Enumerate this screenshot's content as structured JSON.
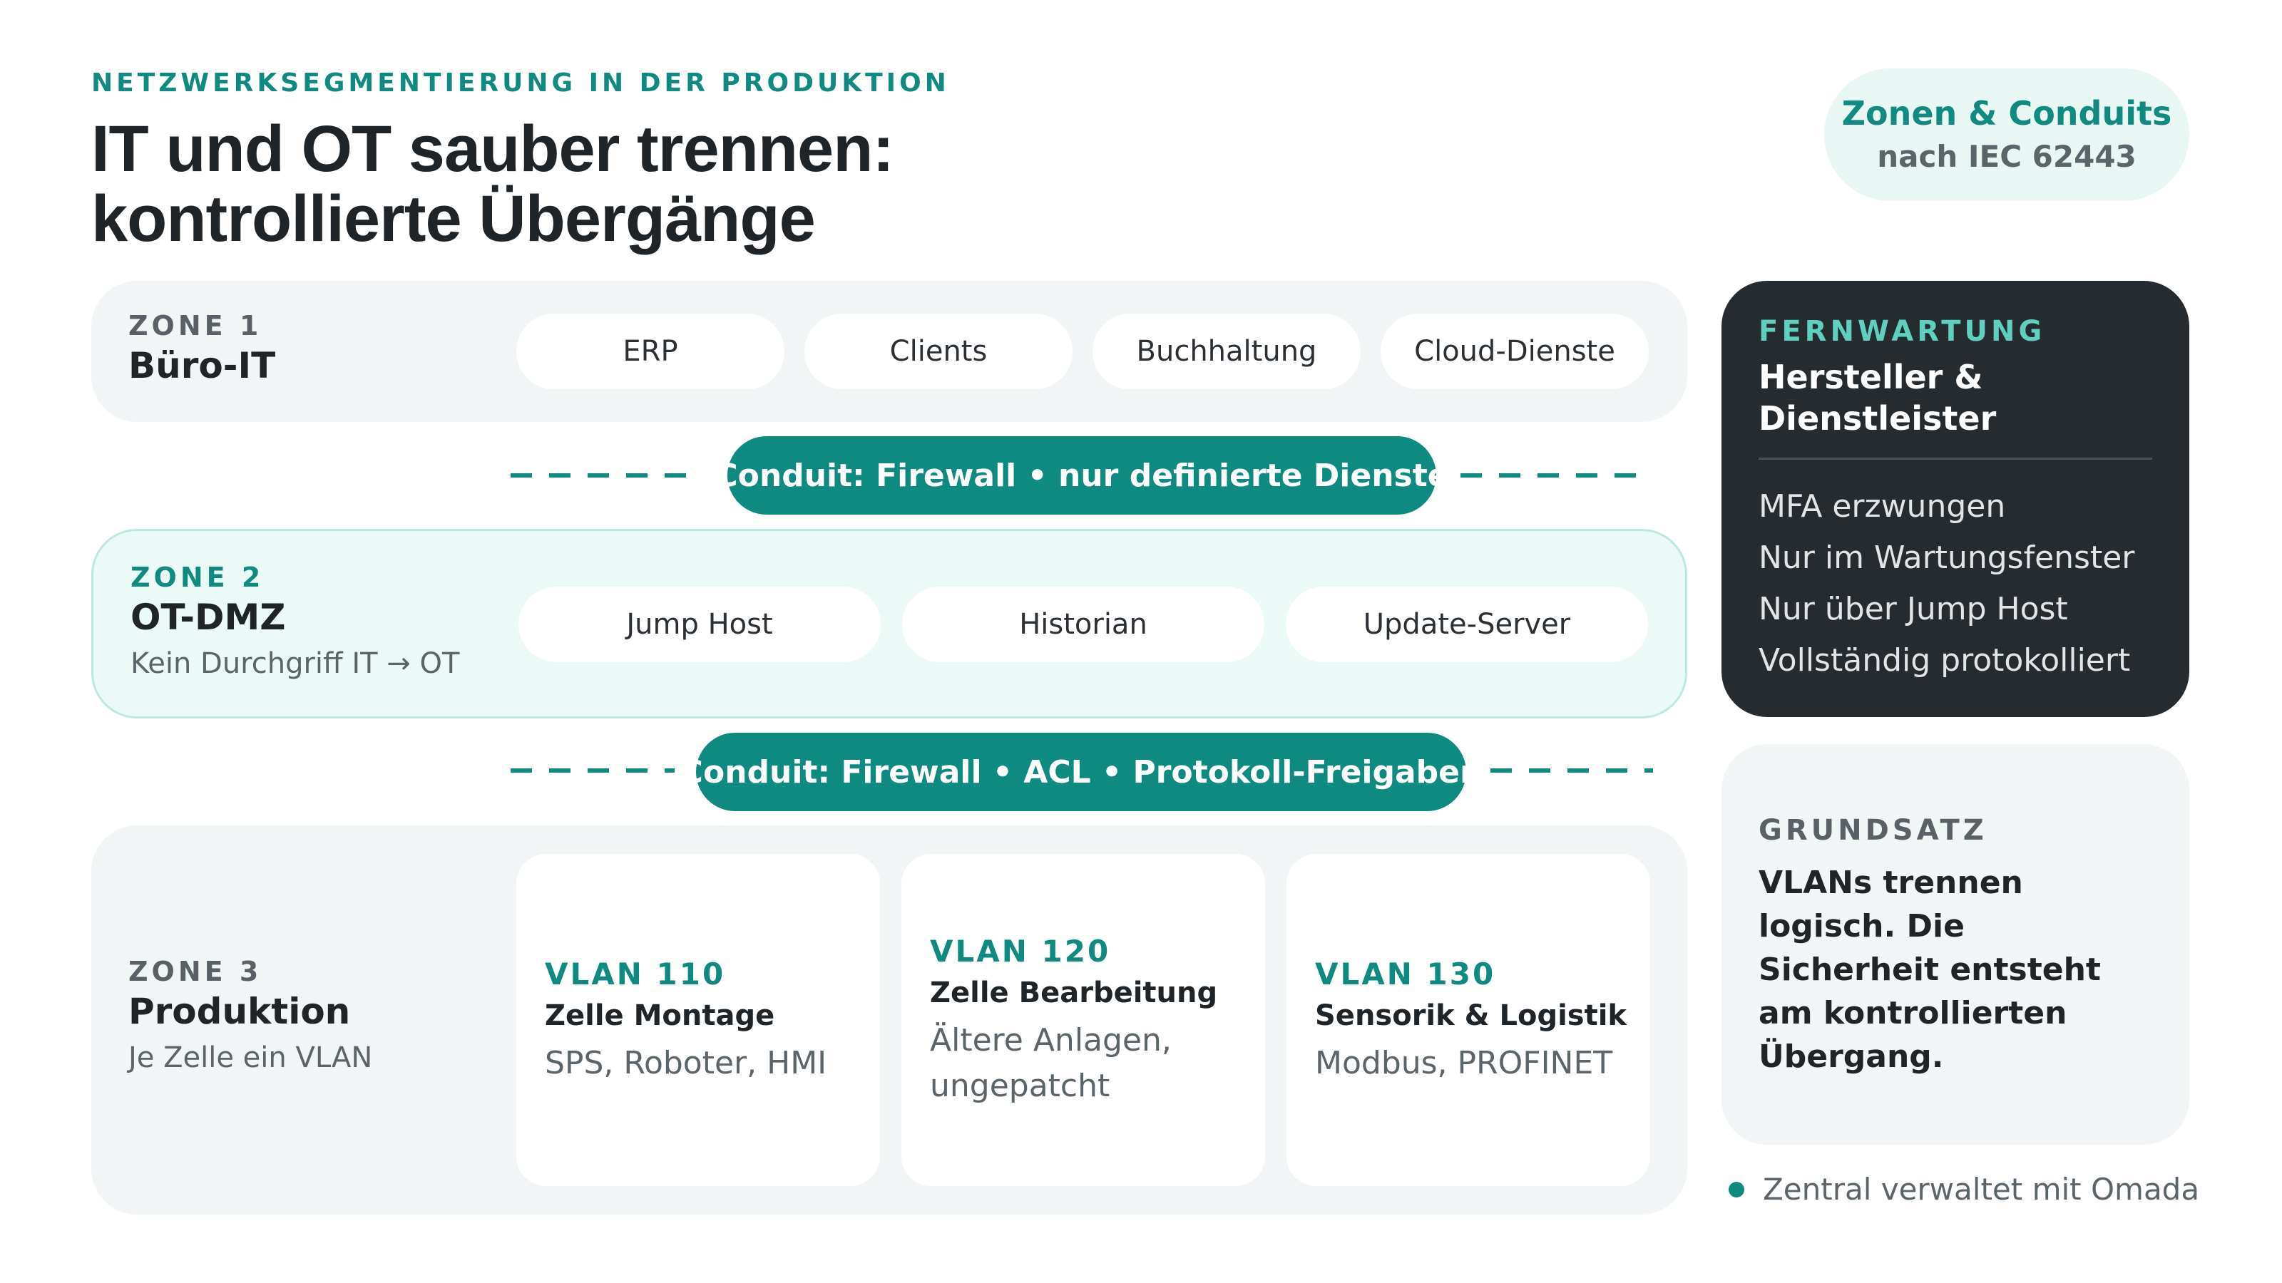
{
  "header": {
    "eyebrow": "NETZWERKSEGMENTIERUNG IN DER PRODUKTION",
    "title_line1": "IT und OT sauber trennen:",
    "title_line2": "kontrollierte Übergänge",
    "badge_line1": "Zonen & Conduits",
    "badge_line2": "nach IEC 62443"
  },
  "zone1": {
    "code": "ZONE 1",
    "name": "Büro-IT",
    "items": [
      "ERP",
      "Clients",
      "Buchhaltung",
      "Cloud-Dienste"
    ]
  },
  "conduit1": {
    "label": "Conduit: Firewall • nur definierte Dienste"
  },
  "zone2": {
    "code": "ZONE 2",
    "name": "OT-DMZ",
    "subtitle": "Kein Durchgriff IT → OT",
    "items": [
      "Jump Host",
      "Historian",
      "Update-Server"
    ]
  },
  "conduit2": {
    "label": "Conduit: Firewall • ACL • Protokoll-Freigaben"
  },
  "zone3": {
    "code": "ZONE 3",
    "name": "Produktion",
    "subtitle": "Je Zelle ein VLAN",
    "vlans": [
      {
        "code": "VLAN 110",
        "name": "Zelle Montage",
        "desc": "SPS, Roboter, HMI"
      },
      {
        "code": "VLAN 120",
        "name": "Zelle Bearbeitung",
        "desc": "Ältere Anlagen, ungepatcht"
      },
      {
        "code": "VLAN 130",
        "name": "Sensorik & Logistik",
        "desc": "Modbus, PROFINET"
      }
    ]
  },
  "remote": {
    "eyebrow": "FERNWARTUNG",
    "title": "Hersteller & Dienstleister",
    "items": [
      "MFA erzwungen",
      "Nur im Wartungsfenster",
      "Nur über Jump Host",
      "Vollständig protokolliert"
    ]
  },
  "principle": {
    "eyebrow": "GRUNDSATZ",
    "text": "VLANs trennen logisch. Die Sicherheit entsteht am kontrollierten Übergang."
  },
  "footnote": {
    "text": "Zentral verwaltet mit Omada"
  },
  "colors": {
    "accent": "#0f8a80",
    "dark_card": "#262b30",
    "zone_bg": "#f2f5f6",
    "dmz_bg": "#ebf9f7"
  }
}
